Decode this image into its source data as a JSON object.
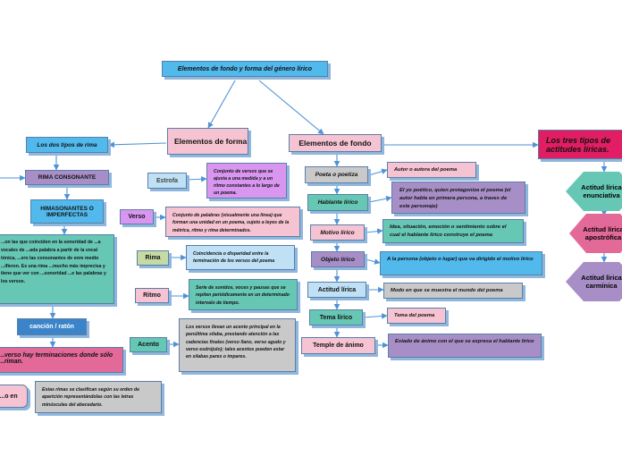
{
  "nodes": {
    "title": "Elementos de fondo y forma del género lírico",
    "forma": "Elementos de forma",
    "fondo": "Elementos de fondo",
    "tres_tipos": "Los tres tipos de actitudes líricas.",
    "dos_tipos": "Los dos tipos de rima",
    "rima_consonante": "RIMA CONSONANTE",
    "rima_asonante": "HIMASONANTES O IMPERFECTAS",
    "consonante_desc": "...on las que coinciden en la sonoridad de ...a vocales de ...ada palabra a partir de la vocal tónica, ...ero las consonantes de enre medio ...ifieren. Es una rima ...mucho más imprecisa y tiene que ver con ...sonoridad ...e las palabras y los versos.",
    "cancion_raton": "canción / ratón",
    "asonante_desc": "...verso hay terminaciones donde sólo ...riman.",
    "left_pink_stub": "...o en",
    "estas_rimas": "Estas rimas se clasifican según su orden de aparición representándolas con las letras minúsculas del abecedario.",
    "estrofa": "Estrofa",
    "estrofa_desc": "Conjunto de versos que se ajusta a una medida y a un ritmo constantes a lo largo de un poema.",
    "verso": "Verso",
    "verso_desc": "Conjunto de palabras (visualmente una línea) que forman una unidad en un poema, sujeto a leyes de la métrica, ritmo y rima determinados.",
    "rima": "Rima",
    "rima_desc": "Coincidencia o disparidad entre la terminación de los versos del poema",
    "ritmo": "Ritmo",
    "ritmo_desc": "Serie de sonidos, voces y pausas que se repiten periódicamente en un determinado intervalo de tiempo.",
    "acento": "Acento",
    "acento_desc": "Los versos llevan un acento principal en la penúltima sílaba, prestando atención a las cadencias finales (verso llano, verso agudo y verso esdrújulo); tales acentos pueden estar en sílabas pares o impares.",
    "poeta": "Poeta o poetiza",
    "poeta_desc": "Autor o autora del poema",
    "hablante": "Hablante lírico",
    "hablante_desc": "El yo poético, quien protagoniza el poema (el autor habla en primera persona, a traves de este personaje)",
    "motivo": "Motivo lírico",
    "motivo_desc": "Idea, situación, emoción o sentimiento sobre el cual el hablante lírico construye el poema",
    "objeto": "Objeto lírico",
    "objeto_desc": "A la persona (objeto o lugar) que va dirigido el motivo lírico",
    "actitud": "Actitud lírica",
    "actitud_desc": "Modo en que se muestra el mundo del poema",
    "tema": "Tema lírico",
    "tema_desc": "Tema del poema",
    "temple": "Temple de ánimo",
    "temple_desc": "Estado de ánimo con el que se expresa el hablante lírico",
    "hex_enunciativa": "Actitud lírica enunciativa",
    "hex_apostrofica": "Actitud lírica apostrófica",
    "hex_carminica": "Actitud lírica carmínica"
  },
  "colors": {
    "blue": "#52b9ec",
    "light_blue": "#bfe0f5",
    "pink": "#f6c3d2",
    "purple": "#a78ec6",
    "violet": "#d996f0",
    "teal": "#67c7b5",
    "grey": "#c9c9c9",
    "green": "#c6dba3",
    "magenta": "#e11d64",
    "edge": "#4f93d6"
  }
}
